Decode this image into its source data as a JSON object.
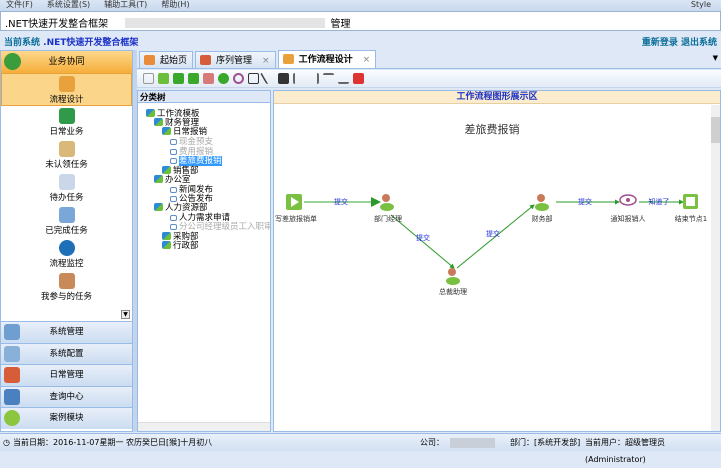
{
  "menu": [
    "文件(F)",
    "系统设置(S)",
    "辅助工具(T)",
    "帮助(H)"
  ],
  "menu_right": "Style",
  "title": ".NET快速开发整合框架",
  "title_suffix": "管理",
  "header": {
    "label": "当前系统",
    "system": ".NET快速开发整合框架",
    "relogin": "重新登录",
    "logout": "退出系统"
  },
  "left": {
    "header": "业务协同",
    "items": [
      "流程设计",
      "日常业务",
      "未认领任务",
      "待办任务",
      "已完成任务",
      "流程监控",
      "我参与的任务"
    ],
    "accordion": [
      "系统管理",
      "系统配置",
      "日常管理",
      "查询中心",
      "案例模块"
    ]
  },
  "tabs": [
    {
      "label": "起始页"
    },
    {
      "label": "序列管理"
    },
    {
      "label": "工作流程设计"
    }
  ],
  "tree": {
    "header": "分类树",
    "nodes": [
      "工作流模板",
      "财务管理",
      "日常报销",
      "现金预支",
      "费用报销",
      "差旅费报销",
      "销售部",
      "办公室",
      "新闻发布",
      "公告发布",
      "人力资源部",
      "人力需求申请",
      "分公司经理级员工入职审批",
      "采购部",
      "行政部"
    ]
  },
  "diagram": {
    "header": "工作流程图形展示区",
    "title": "差旅费报销",
    "nodes": [
      "写差旅报销单",
      "部门经理",
      "总裁助理",
      "财务部",
      "通知报销人",
      "结束节点1"
    ],
    "edges": [
      "提交",
      "提交",
      "提交",
      "提交",
      "知道了"
    ]
  },
  "status": {
    "date": "当前日期：2016-11-07星期一 农历癸巳日[猴]十月初八",
    "company": "公司：",
    "dept": "部门：[系统开发部]",
    "user": "当前用户：超级管理员(Administrator)"
  }
}
